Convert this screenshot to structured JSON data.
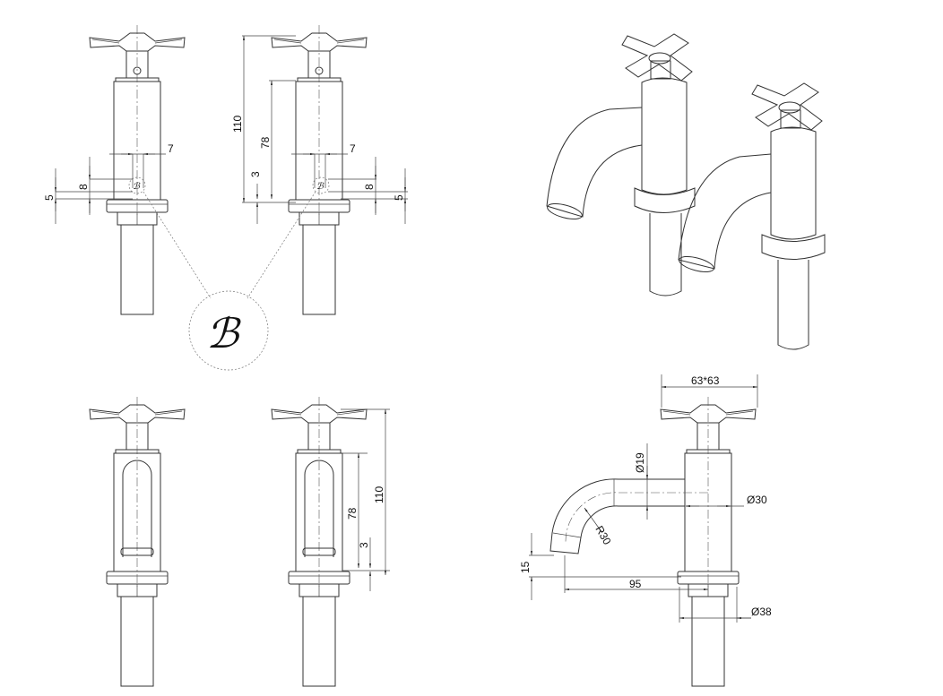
{
  "drawing": {
    "title": "Cross-head basin pillar taps - technical drawing",
    "brand_logo_letter": "B",
    "front_top_left": {
      "dim_width": "7",
      "dim_height_a": "8",
      "dim_height_b": "5"
    },
    "front_top_right": {
      "dim_total": "110",
      "dim_body": "78",
      "dim_small": "3",
      "dim_width": "7",
      "dim_height_a": "8",
      "dim_height_b": "5"
    },
    "front_bottom_right": {
      "dim_body": "78",
      "dim_small": "3",
      "dim_total": "110"
    },
    "side_view": {
      "dim_handle": "63*63",
      "dim_spout_dia": "Ø19",
      "dim_body_dia": "Ø30",
      "dim_radius": "R30",
      "dim_outlet": "15",
      "dim_reach": "95",
      "dim_flange_dia": "Ø38"
    }
  }
}
